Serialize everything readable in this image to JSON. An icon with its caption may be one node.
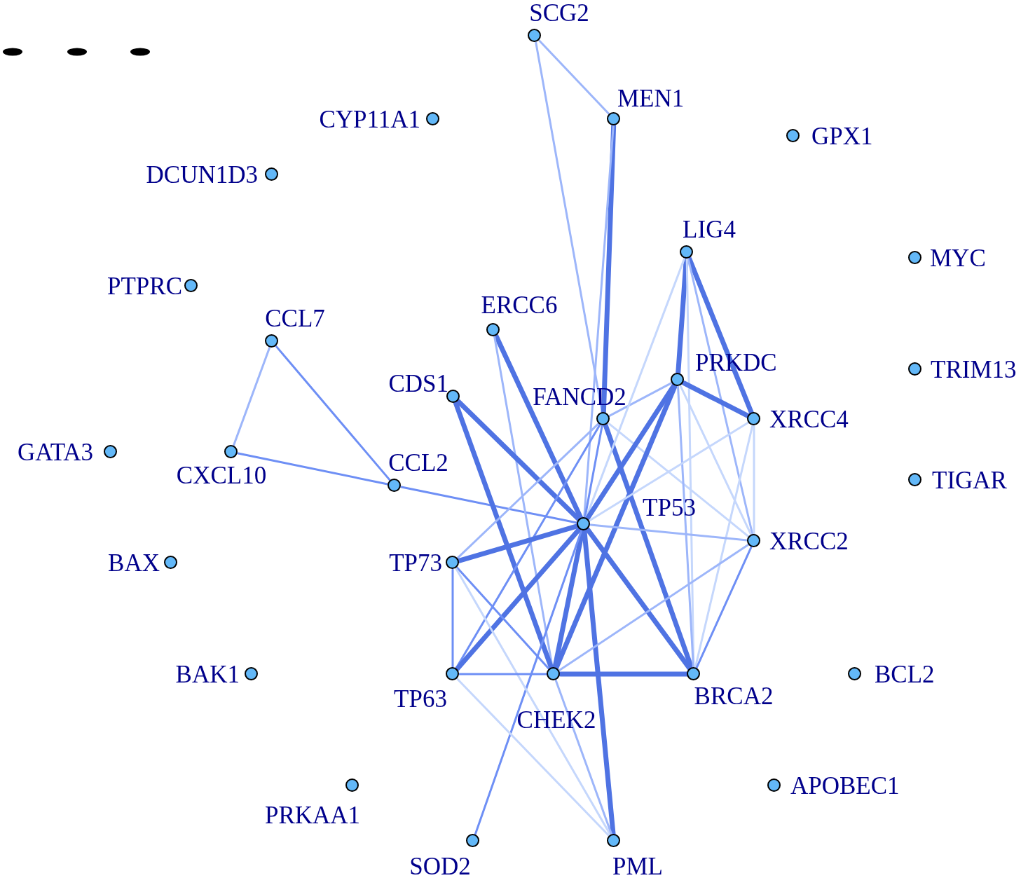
{
  "diagram": {
    "nodes": [
      {
        "text": [
          "SCG2"
        ]
      },
      {
        "text": [
          "MEN1"
        ]
      },
      {
        "text": [
          "CYP11A1"
        ]
      },
      {
        "text": [
          "GPX1"
        ]
      },
      {
        "text": [
          "DCUN1D3"
        ]
      },
      {
        "text": [
          "LIG4"
        ]
      },
      {
        "text": [
          "MYC"
        ]
      },
      {
        "text": [
          "PTPRC"
        ]
      },
      {
        "text": [
          "CCL7"
        ]
      },
      {
        "text": [
          "ERCC6"
        ]
      },
      {
        "text": [
          "PRKDC"
        ]
      },
      {
        "text": [
          "TRIM13"
        ]
      },
      {
        "text": [
          "CDS1"
        ]
      },
      {
        "text": [
          "FANCD2"
        ]
      },
      {
        "text": [
          "XRCC4"
        ]
      },
      {
        "text": [
          "GATA3"
        ]
      },
      {
        "text": [
          "CXCL10"
        ]
      },
      {
        "text": [
          "CCL2"
        ]
      },
      {
        "text": [
          "TIGAR"
        ]
      },
      {
        "text": [
          "TP53"
        ]
      },
      {
        "text": [
          "XRCC2"
        ]
      },
      {
        "text": [
          "BAX"
        ]
      },
      {
        "text": [
          "TP73"
        ]
      },
      {
        "text": [
          "BAK1"
        ]
      },
      {
        "text": [
          "TP63"
        ]
      },
      {
        "text": [
          "CHEK2"
        ]
      },
      {
        "text": [
          "BRCA2"
        ]
      },
      {
        "text": [
          "BCL2"
        ]
      },
      {
        "text": [
          "PRKAA1"
        ]
      },
      {
        "text": [
          "APOBEC1"
        ]
      },
      {
        "text": [
          "SOD2"
        ]
      },
      {
        "text": [
          "PML"
        ]
      }
    ],
    "edges": [
      {
        "from": 0,
        "to": 1,
        "arrow": "none",
        "color": "#9db6fa"
      },
      {
        "from": 0,
        "to": 13,
        "arrow": "none",
        "color": "#9db6fa"
      },
      {
        "from": 1,
        "to": 13,
        "arrow": "none",
        "style": "thick"
      },
      {
        "from": 1,
        "to": 19,
        "arrow": "none",
        "color": "#9db6fa"
      },
      {
        "from": 8,
        "to": 16,
        "arrow": "none",
        "color": "#9db6fa"
      },
      {
        "from": 8,
        "to": 17,
        "arrow": "none",
        "color": "#6e8ff5"
      },
      {
        "from": 16,
        "to": 17,
        "arrow": "none",
        "color": "#6e8ff5"
      },
      {
        "from": 17,
        "to": 19,
        "arrow": "none",
        "color": "#6e8ff5"
      },
      {
        "from": 9,
        "to": 19,
        "arrow": "none",
        "style": "thick"
      },
      {
        "from": 9,
        "to": 25,
        "arrow": "none",
        "color": "#9db6fa"
      },
      {
        "from": 12,
        "to": 19,
        "arrow": "none",
        "style": "thick"
      },
      {
        "from": 12,
        "to": 25,
        "arrow": "none",
        "style": "thick"
      },
      {
        "from": 13,
        "to": 10,
        "arrow": "none",
        "color": "#9db6fa"
      },
      {
        "from": 13,
        "to": 26,
        "arrow": "none",
        "style": "thick"
      },
      {
        "from": 13,
        "to": 22,
        "arrow": "none",
        "color": "#9db6fa"
      },
      {
        "from": 13,
        "to": 24,
        "arrow": "none",
        "color": "#6e8ff5"
      },
      {
        "from": 13,
        "to": 19,
        "arrow": "none",
        "color": "#6e8ff5"
      },
      {
        "from": 13,
        "to": 20,
        "arrow": "none",
        "color": "#c5d7fc"
      },
      {
        "from": 5,
        "to": 10,
        "arrow": "none",
        "style": "thick"
      },
      {
        "from": 5,
        "to": 14,
        "arrow": "none",
        "style": "thick"
      },
      {
        "from": 5,
        "to": 19,
        "arrow": "none",
        "color": "#c5d7fc"
      },
      {
        "from": 5,
        "to": 20,
        "arrow": "none",
        "color": "#9db6fa"
      },
      {
        "from": 5,
        "to": 26,
        "arrow": "none",
        "color": "#c5d7fc"
      },
      {
        "from": 10,
        "to": 14,
        "arrow": "none",
        "style": "thick"
      },
      {
        "from": 10,
        "to": 19,
        "arrow": "none",
        "style": "thick"
      },
      {
        "from": 10,
        "to": 25,
        "arrow": "none",
        "style": "thick"
      },
      {
        "from": 10,
        "to": 26,
        "arrow": "none",
        "color": "#9db6fa"
      },
      {
        "from": 10,
        "to": 20,
        "arrow": "none",
        "color": "#c5d7fc"
      },
      {
        "from": 14,
        "to": 19,
        "arrow": "none",
        "color": "#c5d7fc"
      },
      {
        "from": 14,
        "to": 26,
        "arrow": "none",
        "color": "#c5d7fc"
      },
      {
        "from": 14,
        "to": 20,
        "arrow": "none",
        "color": "#c5d7fc"
      },
      {
        "from": 19,
        "to": 20,
        "arrow": "none",
        "color": "#9db6fa"
      },
      {
        "from": 19,
        "to": 22,
        "arrow": "none",
        "style": "thick"
      },
      {
        "from": 19,
        "to": 24,
        "arrow": "none",
        "style": "thick"
      },
      {
        "from": 19,
        "to": 25,
        "arrow": "none",
        "style": "thick"
      },
      {
        "from": 19,
        "to": 26,
        "arrow": "none",
        "style": "thick"
      },
      {
        "from": 19,
        "to": 30,
        "arrow": "none",
        "color": "#6e8ff5"
      },
      {
        "from": 19,
        "to": 31,
        "arrow": "none",
        "style": "thick"
      },
      {
        "from": 20,
        "to": 26,
        "arrow": "none",
        "color": "#6e8ff5"
      },
      {
        "from": 20,
        "to": 25,
        "arrow": "none",
        "color": "#9db6fa"
      },
      {
        "from": 22,
        "to": 24,
        "arrow": "none",
        "color": "#6e8ff5"
      },
      {
        "from": 22,
        "to": 25,
        "arrow": "none",
        "color": "#6e8ff5"
      },
      {
        "from": 22,
        "to": 31,
        "arrow": "none",
        "color": "#c5d7fc"
      },
      {
        "from": 24,
        "to": 25,
        "arrow": "none",
        "color": "#6e8ff5"
      },
      {
        "from": 24,
        "to": 31,
        "arrow": "none",
        "color": "#c5d7fc"
      },
      {
        "from": 25,
        "to": 26,
        "arrow": "none",
        "style": "thick"
      },
      {
        "from": 25,
        "to": 31,
        "arrow": "none",
        "color": "#9db6fa"
      }
    ]
  }
}
